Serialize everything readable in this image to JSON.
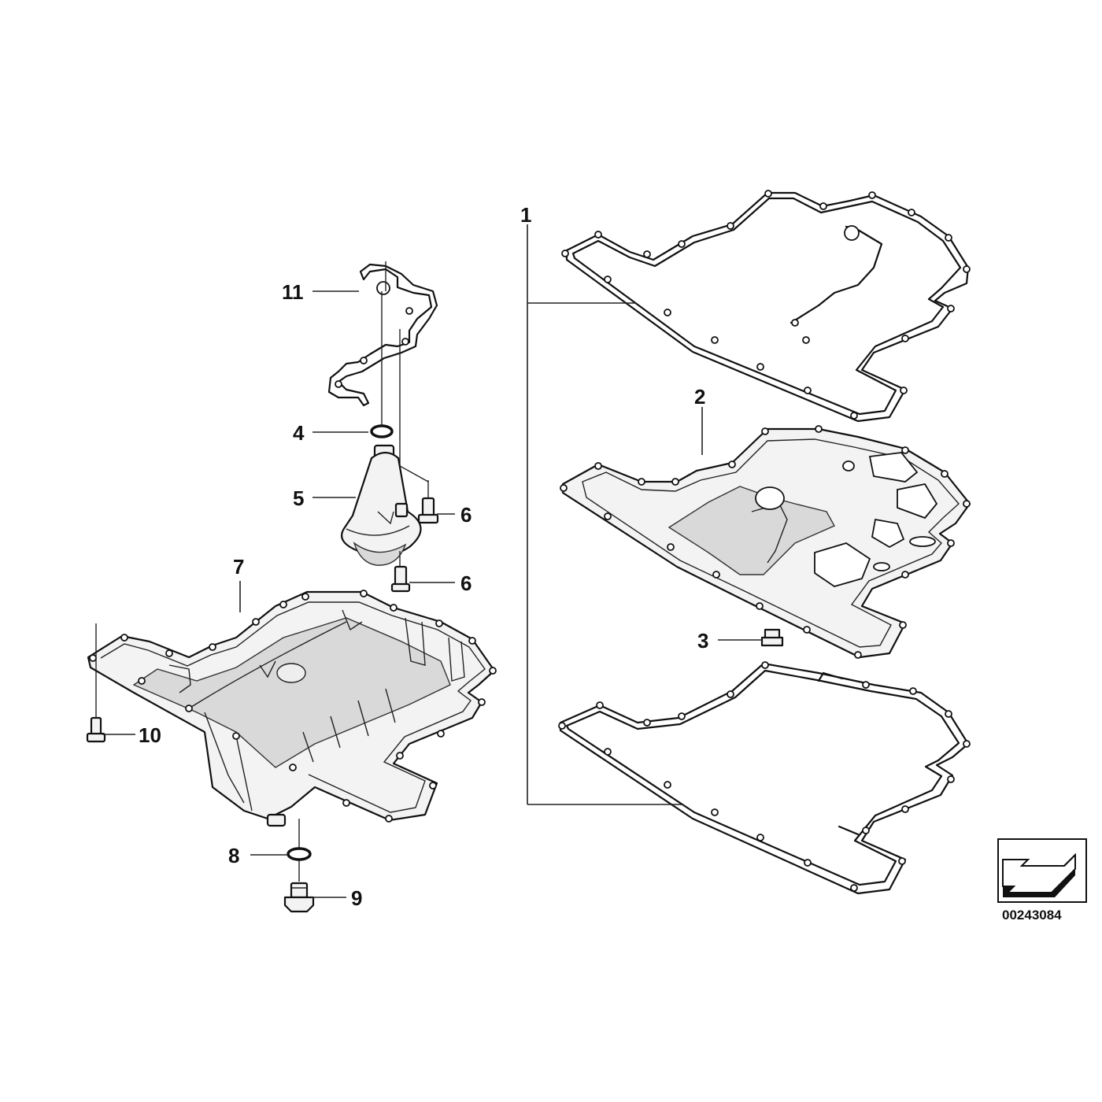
{
  "diagram": {
    "callouts": {
      "c1": "1",
      "c2": "2",
      "c3": "3",
      "c4": "4",
      "c5": "5",
      "c6a": "6",
      "c6b": "6",
      "c7": "7",
      "c8": "8",
      "c9": "9",
      "c10": "10",
      "c11": "11"
    },
    "reference_code": "00243084",
    "icons": {
      "orientation": "direction-arrow-icon"
    }
  }
}
